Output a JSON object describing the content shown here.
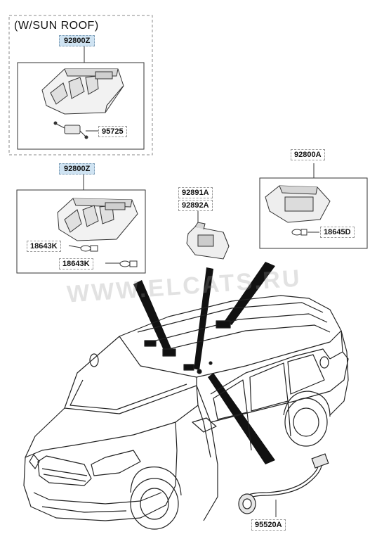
{
  "sunroof_group": {
    "title": "(W/SUN ROOF)",
    "assembly_code": "92800Z",
    "connector_code": "95725"
  },
  "standard_group": {
    "assembly_code": "92800Z",
    "bulb_upper_code": "18643K",
    "bulb_lower_code": "18643K"
  },
  "center_lamp": {
    "code_a": "92891A",
    "code_b": "92892A"
  },
  "rear_lamp": {
    "assembly_code": "92800A",
    "bulb_code": "18645D"
  },
  "harness": {
    "code": "95520A"
  },
  "watermark": {
    "text": "WWW.ELCATS.RU"
  },
  "colors": {
    "highlight": "#cfe3f2",
    "line": "#222222",
    "frame": "#333333"
  }
}
